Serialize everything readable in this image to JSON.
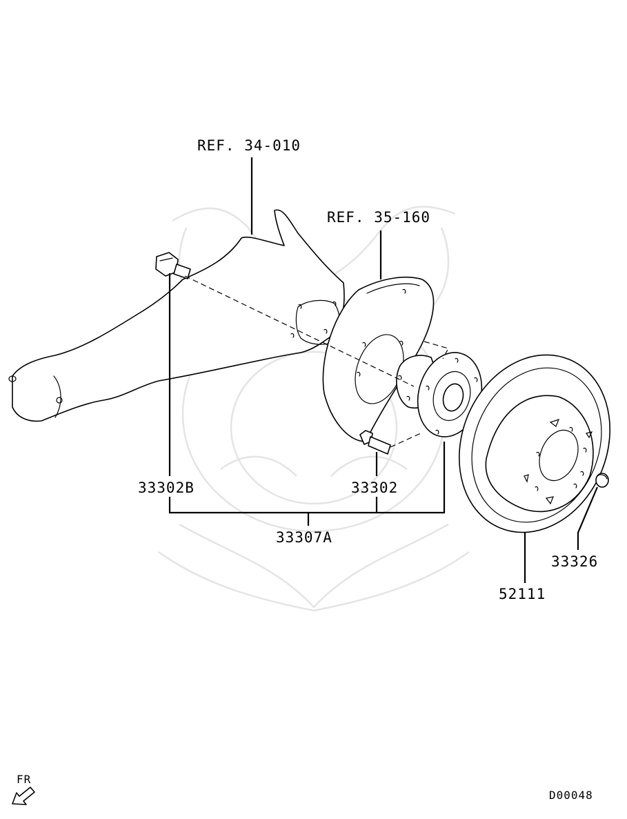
{
  "labels": {
    "ref_34_010": "REF. 34-010",
    "ref_35_160": "REF. 35-160",
    "part_33302B": "33302B",
    "part_33302": "33302",
    "part_33307A": "33307A",
    "part_33326": "33326",
    "part_52111": "52111",
    "front_indicator": "FR",
    "diagram_code": "D00048"
  },
  "colors": {
    "line": "#000000",
    "background": "#ffffff",
    "watermark": "#e4e4e4"
  },
  "icons": {
    "front_direction": "arrow-down-left-icon"
  }
}
